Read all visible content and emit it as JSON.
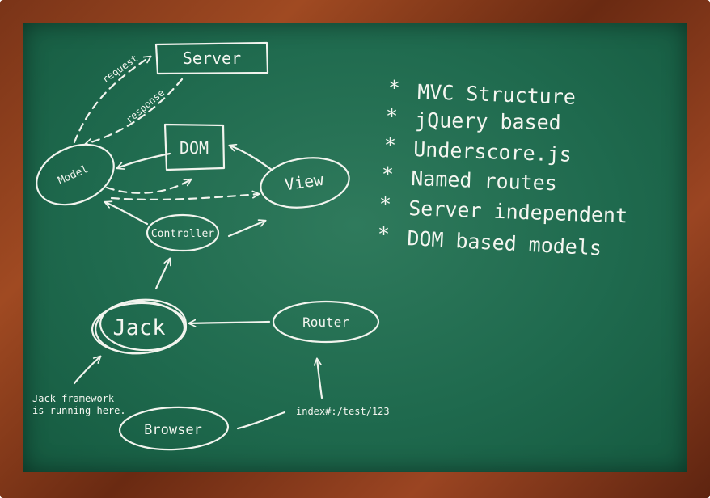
{
  "diagram": {
    "nodes": {
      "server": "Server",
      "dom": "DOM",
      "model": "Model",
      "view": "View",
      "controller": "Controller",
      "jack": "Jack",
      "router": "Router",
      "browser": "Browser"
    },
    "edges": {
      "request": "request",
      "response": "response",
      "url": "index#:/test/123"
    },
    "note": {
      "line1": "Jack framework",
      "line2": "is running here."
    }
  },
  "features": {
    "bullet": "*",
    "items": [
      "MVC Structure",
      "jQuery based",
      "Underscore.js",
      "Named routes",
      "Server independent",
      "DOM based models"
    ]
  },
  "colors": {
    "chalkboard": "#1f6a4e",
    "frame": "#8a3d1c",
    "chalk": "#f2f4ee"
  }
}
